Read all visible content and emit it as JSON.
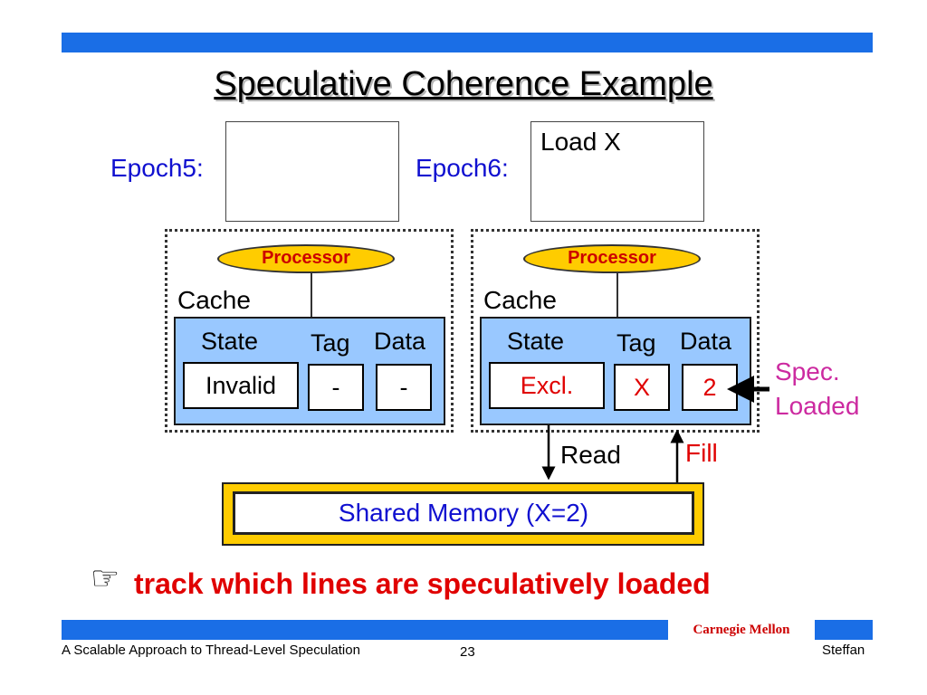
{
  "title": "Speculative Coherence Example",
  "epochs": [
    {
      "label": "Epoch5:",
      "text": ""
    },
    {
      "label": "Epoch6:",
      "text": "Load X"
    }
  ],
  "processors": [
    {
      "processor_label": "Processor",
      "cache_label": "Cache",
      "headers": {
        "state": "State",
        "tag": "Tag",
        "data": "Data"
      },
      "line": {
        "state": "Invalid",
        "tag": "-",
        "data": "-"
      }
    },
    {
      "processor_label": "Processor",
      "cache_label": "Cache",
      "headers": {
        "state": "State",
        "tag": "Tag",
        "data": "Data"
      },
      "line": {
        "state": "Excl.",
        "tag": "X",
        "data": "2"
      }
    }
  ],
  "annotations": {
    "spec_loaded_line1": "Spec.",
    "spec_loaded_line2": "Loaded",
    "read": "Read",
    "fill": "Fill"
  },
  "shared_memory": "Shared Memory (X=2)",
  "bullet": {
    "icon": "pointing-hand-icon",
    "text": "track which lines are speculatively loaded"
  },
  "footer": {
    "left": "A Scalable Approach to Thread-Level Speculation",
    "page": "23",
    "right": "Steffan",
    "logo_text": "Carnegie Mellon"
  },
  "colors": {
    "bar": "#1a6ee6",
    "epoch_label": "#1010d0",
    "processor_fill": "#ffcc00",
    "processor_text": "#cc0000",
    "cache_fill": "#99c8ff",
    "spec_state": "#e00000",
    "spec_note": "#cc2aa0",
    "fill_label": "#e00000",
    "memory_text": "#1010d0",
    "bullet_text": "#e00000"
  }
}
